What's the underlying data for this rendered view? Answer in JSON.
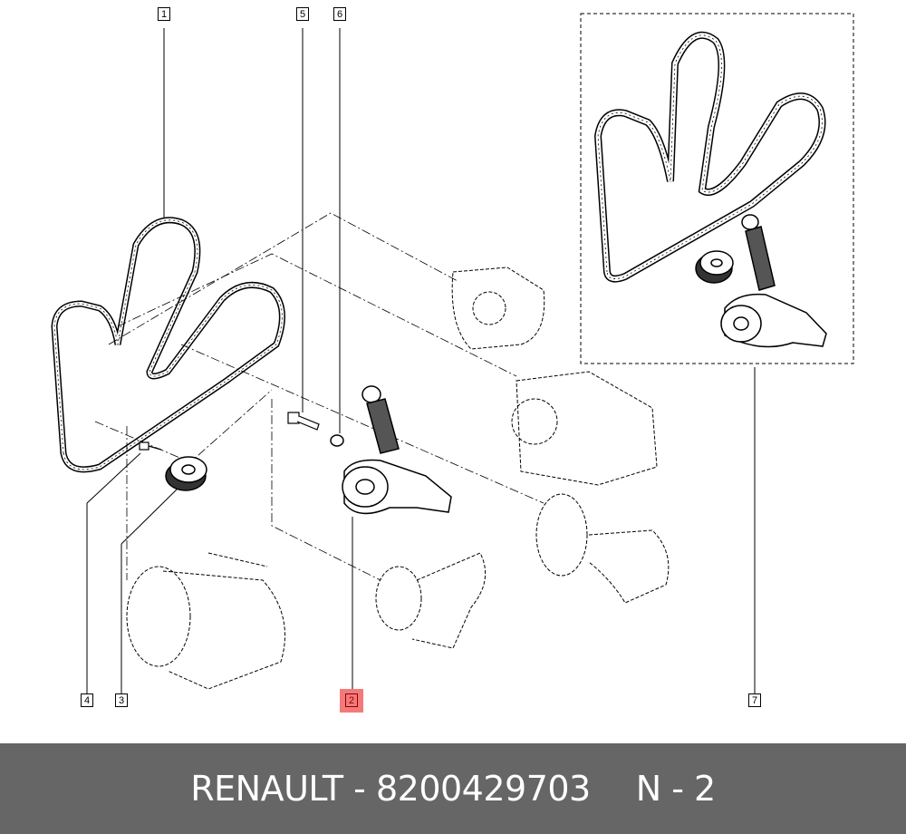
{
  "diagram": {
    "callouts": [
      "1",
      "2",
      "3",
      "4",
      "5",
      "6",
      "7"
    ],
    "highlighted_callout": "2",
    "highlight_color": "#f47a7a"
  },
  "footer": {
    "brand": "RENAULT",
    "separator": "-",
    "part_number": "8200429703",
    "position_label": "N - 2",
    "background": "#666666"
  }
}
